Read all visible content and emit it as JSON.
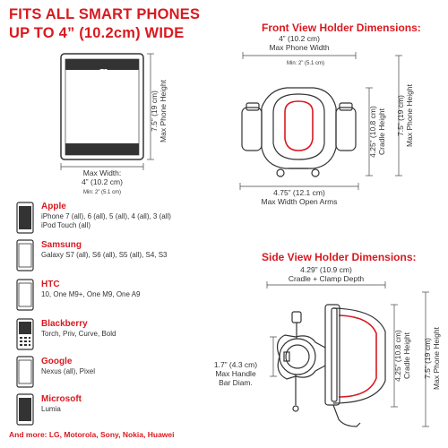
{
  "headline": {
    "line1": "FITS ALL SMART PHONES",
    "line2": "UP TO 4” (10.2cm) WIDE"
  },
  "phone_dims": {
    "height_value": "7.5” (19 cm)",
    "height_label": "Max Phone Height",
    "width_label": "Max Width:",
    "width_value": "4” (10.2 cm)",
    "width_min": "Min: 2” (5.1 cm)"
  },
  "brands": [
    {
      "name": "Apple",
      "models": "iPhone 7 (all), 6 (all), 5 (all), 4 (all), 3 (all)",
      "models2": "iPod Touch (all)"
    },
    {
      "name": "Samsung",
      "models": "Galaxy S7 (all), S6 (all), S5 (all), S4, S3",
      "models2": ""
    },
    {
      "name": "HTC",
      "models": "10, One M9+, One M9, One A9",
      "models2": ""
    },
    {
      "name": "Blackberry",
      "models": "Torch, Priv, Curve, Bold",
      "models2": ""
    },
    {
      "name": "Google",
      "models": "Nexus (all), Pixel",
      "models2": ""
    },
    {
      "name": "Microsoft",
      "models": "Lumia",
      "models2": ""
    }
  ],
  "footer": "And more: LG, Motorola, Sony, Nokia, Huawei",
  "front_view": {
    "title": "Front View Holder Dimensions:",
    "top_value": "4” (10.2 cm)",
    "top_label": "Max Phone Width",
    "top_min": "Min: 2” (5.1 cm)",
    "cradle_value": "4.25” (10.8 cm)",
    "cradle_label": "Cradle Height",
    "height_value": "7.5” (19 cm)",
    "height_label": "Max Phone Height",
    "bottom_value": "4.75” (12.1 cm)",
    "bottom_label": "Max Width Open Arms"
  },
  "side_view": {
    "title": "Side View Holder Dimensions:",
    "top_value": "4.29” (10.9 cm)",
    "top_label": "Cradle + Clamp Depth",
    "handle_value": "1.7” (4.3 cm)",
    "handle_label1": "Max Handle",
    "handle_label2": "Bar Diam.",
    "cradle_value": "4.25” (10.8 cm)",
    "cradle_label": "Cradle Height",
    "height_value": "7.5” (19 cm)",
    "height_label": "Max Phone Height"
  },
  "colors": {
    "accent": "#d9191f",
    "text": "#333333",
    "line": "#444444"
  }
}
